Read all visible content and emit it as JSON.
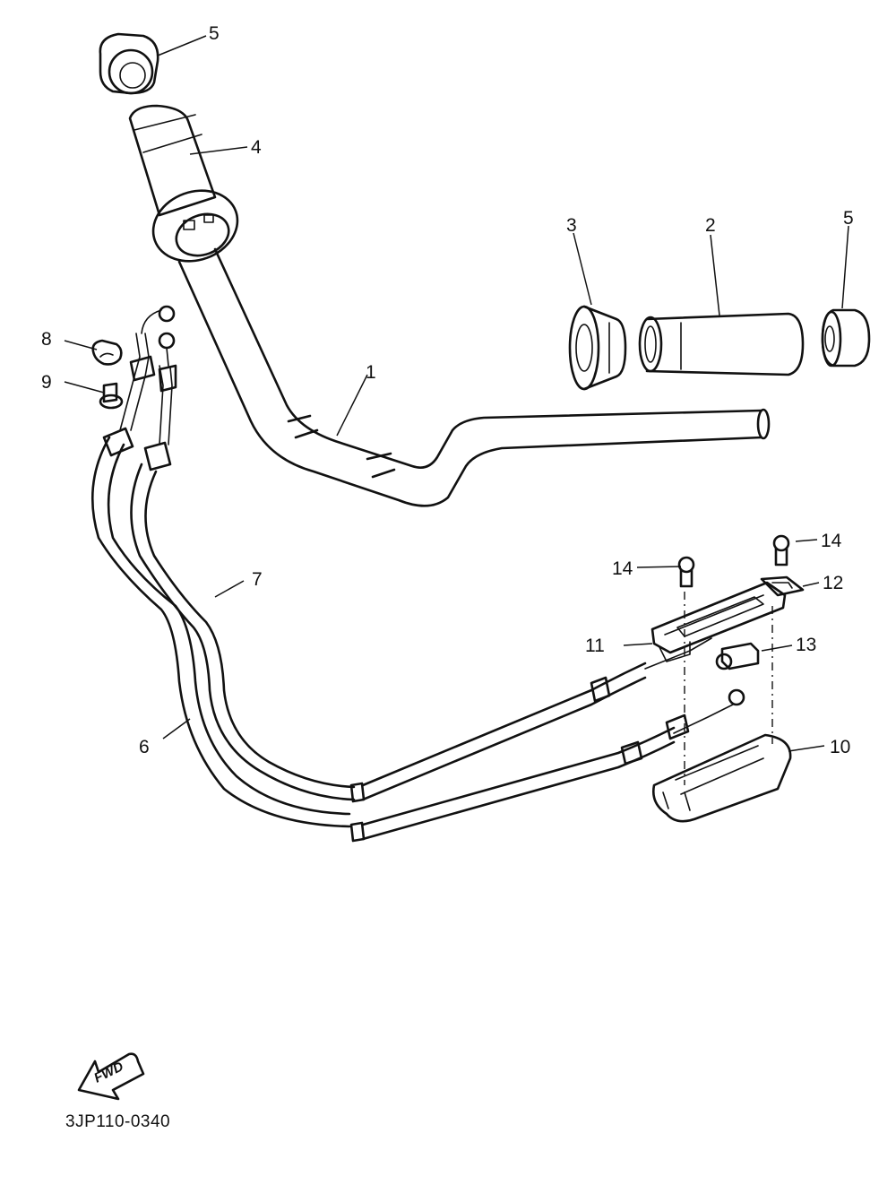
{
  "diagram": {
    "callouts": {
      "c1": "1",
      "c2": "2",
      "c3": "3",
      "c4": "4",
      "c5a": "5",
      "c5b": "5",
      "c6": "6",
      "c7": "7",
      "c8": "8",
      "c9": "9",
      "c10": "10",
      "c11": "11",
      "c12": "12",
      "c13": "13",
      "c14a": "14",
      "c14b": "14"
    },
    "fwd_label": "FWD",
    "reference_code": "3JP110-0340"
  },
  "colors": {
    "ink": "#111111",
    "background": "#ffffff"
  }
}
